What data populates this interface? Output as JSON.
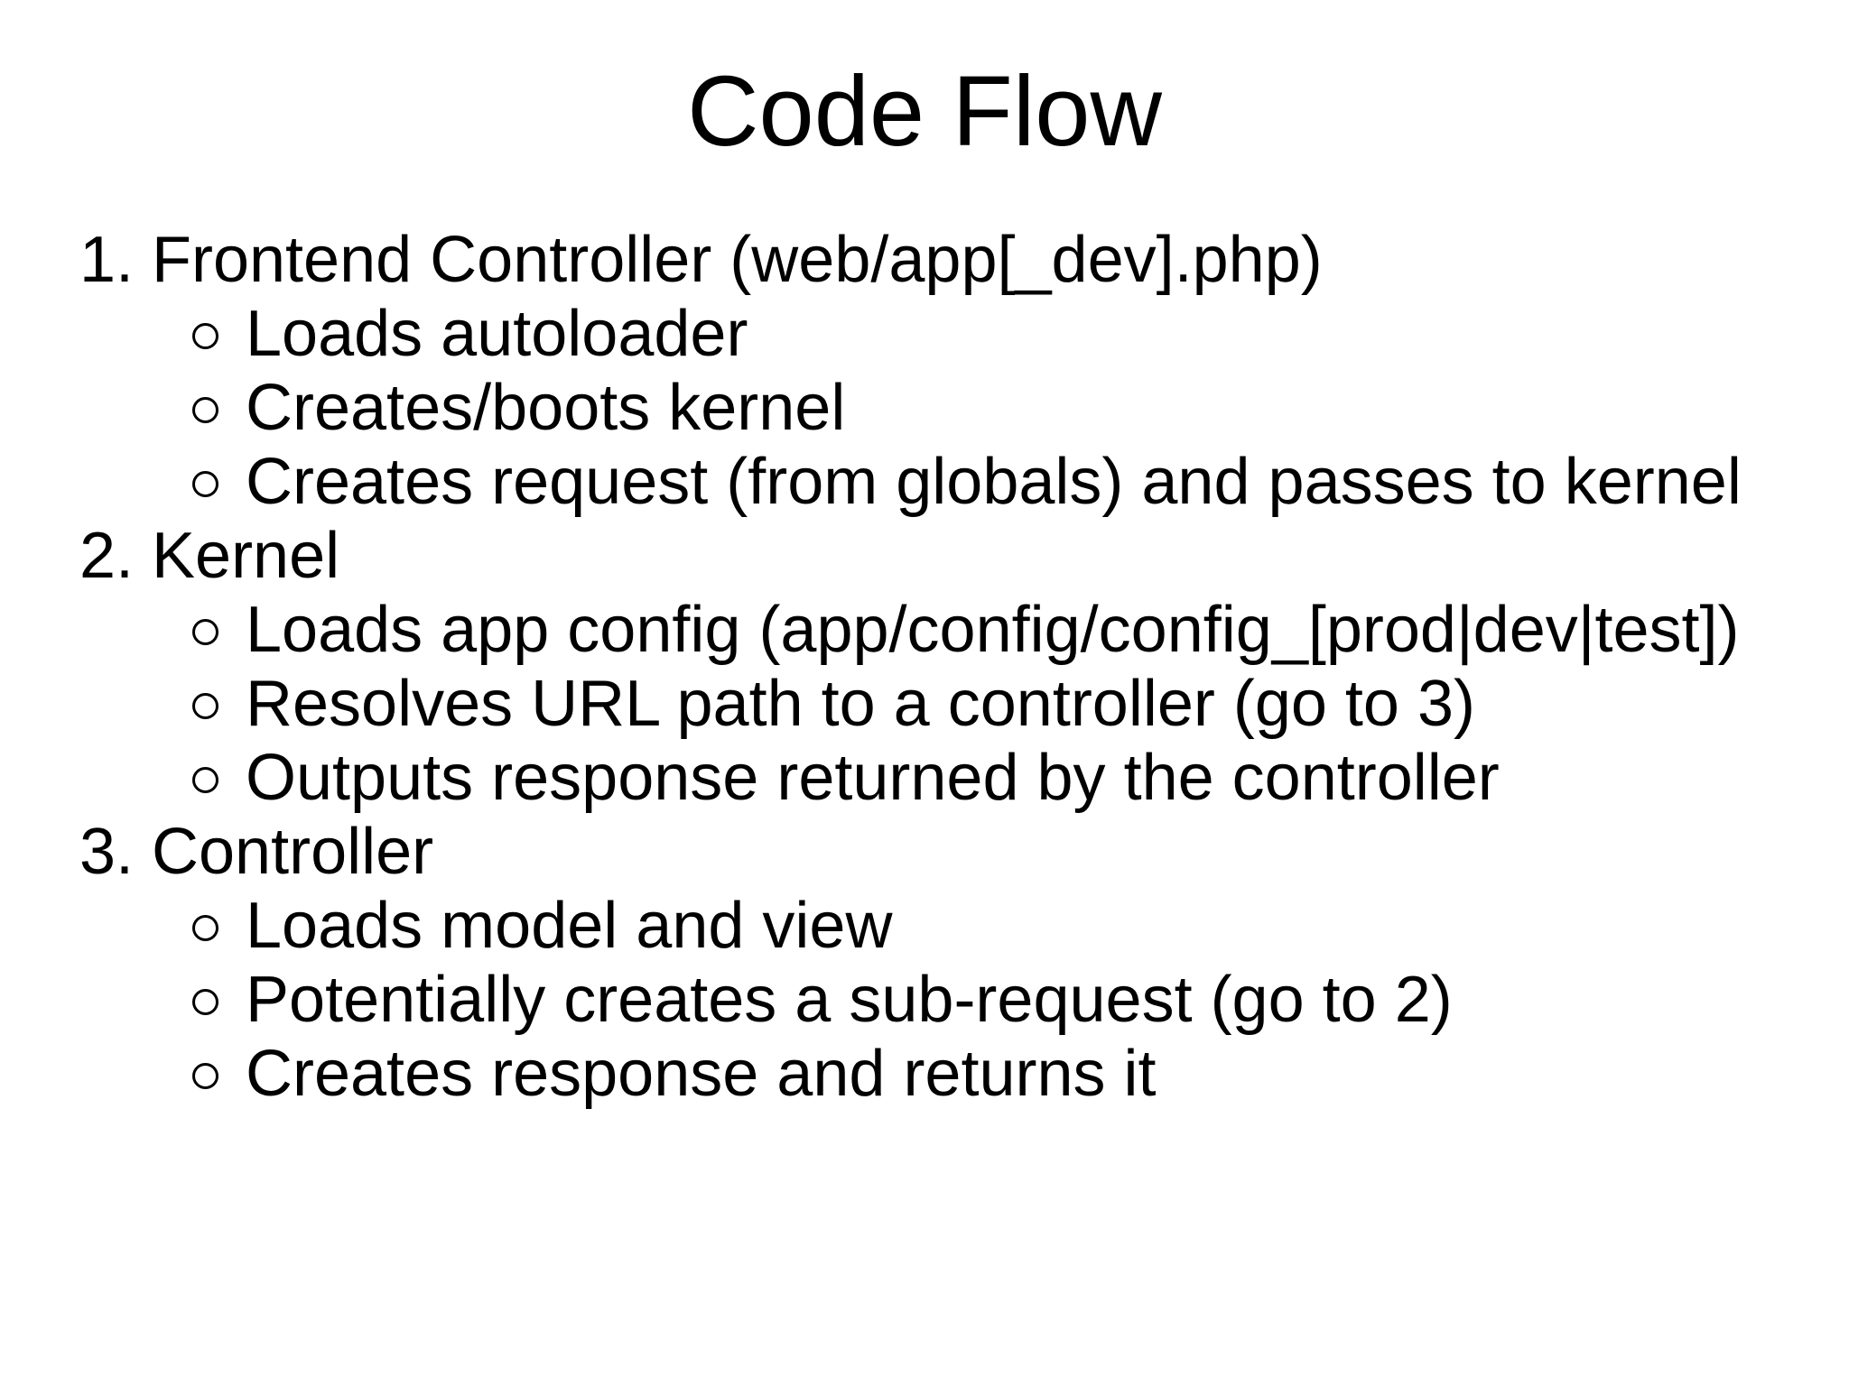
{
  "slide": {
    "title": "Code Flow",
    "colors": {
      "background": "#ffffff",
      "text": "#000000"
    },
    "sub_bullet_icon": "white-circle-outline",
    "items": [
      {
        "number": "1.",
        "label": "Frontend Controller (web/app[_dev].php)",
        "sub_items": [
          "Loads autoloader",
          "Creates/boots kernel",
          "Creates request (from globals) and passes to kernel"
        ]
      },
      {
        "number": "2.",
        "label": "Kernel",
        "sub_items": [
          "Loads app config (app/config/config_[prod|dev|test])",
          "Resolves URL path to a controller (go to 3)",
          "Outputs response returned by the controller"
        ]
      },
      {
        "number": "3.",
        "label": "Controller",
        "sub_items": [
          "Loads model and view",
          "Potentially creates a sub-request (go to 2)",
          "Creates response and returns it"
        ]
      }
    ]
  }
}
